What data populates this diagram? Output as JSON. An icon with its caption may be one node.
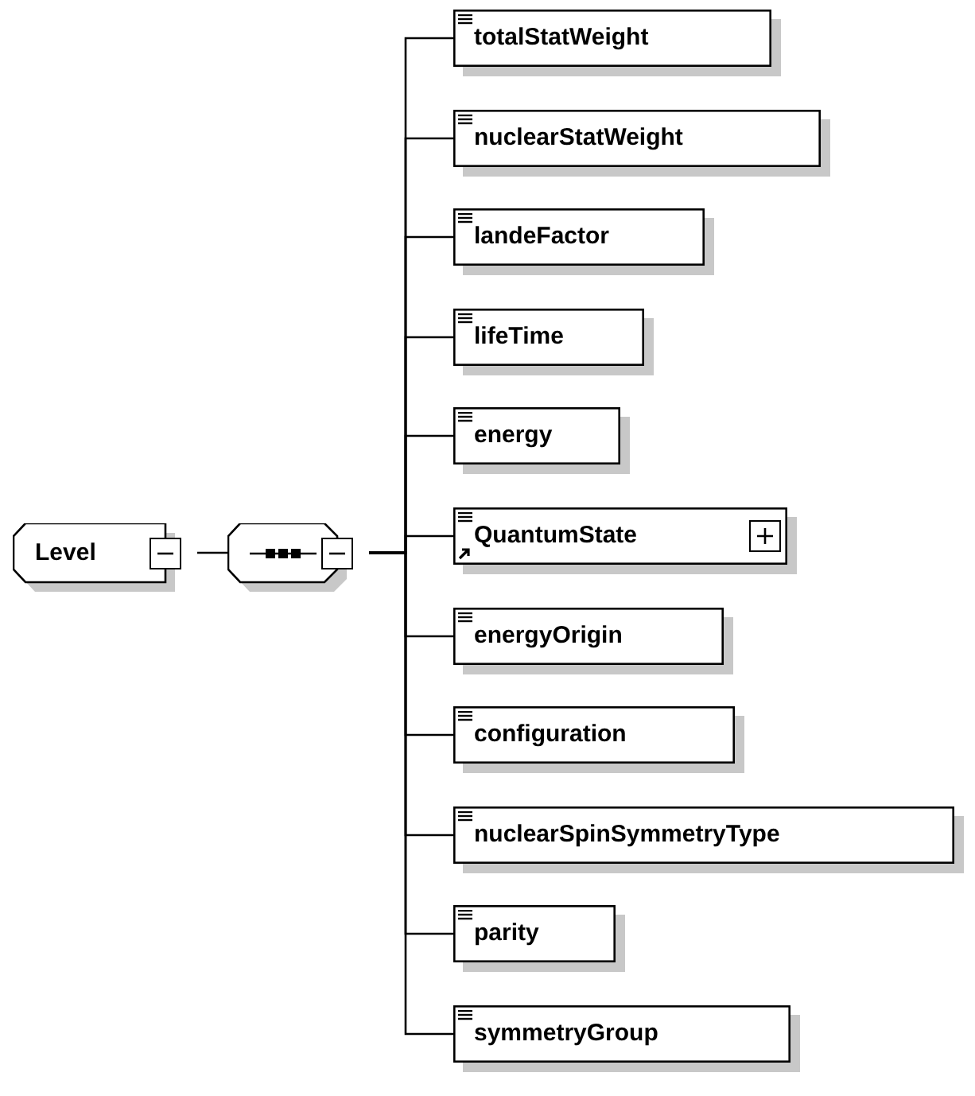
{
  "diagram": {
    "nodes": [
      {
        "text": [
          "Level"
        ]
      },
      {
        "text": [],
        "shape": "octagon"
      },
      {
        "text": [
          "totalStatWeight"
        ]
      },
      {
        "text": [
          "nuclearStatWeight"
        ]
      },
      {
        "text": [
          "landeFactor"
        ]
      },
      {
        "text": [
          "lifeTime"
        ]
      },
      {
        "text": [
          "energy"
        ]
      },
      {
        "text": [
          "QuantumState"
        ]
      },
      {
        "text": [
          "energyOrigin"
        ]
      },
      {
        "text": [
          "configuration"
        ]
      },
      {
        "text": [
          "nuclearSpinSymmetryType"
        ]
      },
      {
        "text": [
          "parity"
        ]
      },
      {
        "text": [
          "symmetryGroup"
        ]
      }
    ],
    "edges": [
      {
        "from": 0,
        "to": 1,
        "arrow": "none"
      },
      {
        "from": 1,
        "to": 2,
        "arrow": "none"
      },
      {
        "from": 1,
        "to": 3,
        "arrow": "none"
      },
      {
        "from": 1,
        "to": 4,
        "arrow": "none"
      },
      {
        "from": 1,
        "to": 5,
        "arrow": "none"
      },
      {
        "from": 1,
        "to": 6,
        "arrow": "none"
      },
      {
        "from": 1,
        "to": 7,
        "arrow": "none"
      },
      {
        "from": 1,
        "to": 8,
        "arrow": "none"
      },
      {
        "from": 1,
        "to": 9,
        "arrow": "none"
      },
      {
        "from": 1,
        "to": 10,
        "arrow": "none"
      },
      {
        "from": 1,
        "to": 11,
        "arrow": "none"
      },
      {
        "from": 1,
        "to": 12,
        "arrow": "none"
      }
    ]
  }
}
